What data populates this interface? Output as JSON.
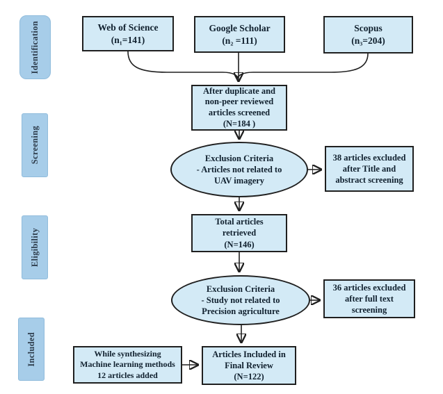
{
  "figure": {
    "kind": "prisma-style-literature-review-flow-diagram"
  },
  "colors": {
    "node_fill": "#d3eaf6",
    "node_border": "#1f1f1f",
    "stage_fill": "#a7cde9",
    "text": "#10202e",
    "connector": "#1f1f1f",
    "background": "#ffffff"
  },
  "stages": [
    {
      "label": "Identification"
    },
    {
      "label": "Screening"
    },
    {
      "label": "Eligibility"
    },
    {
      "label": "Included"
    }
  ],
  "nodes": {
    "web_of_science": {
      "text": "Web of Science\n(n₁=141)"
    },
    "google_scholar": {
      "text": "Google Scholar\n(n₂ =111)"
    },
    "scopus": {
      "text": "Scopus\n(n₃=204)"
    },
    "duplicates_screened": {
      "text": "After duplicate and\nnon-peer reviewed\narticles screened\n(N=184 )"
    },
    "exclusion_criteria_1": {
      "text": "Exclusion Criteria\n- Articles not related to\nUAV imagery"
    },
    "excluded_38": {
      "text": "38 articles excluded\nafter Title and\nabstract screening"
    },
    "total_retrieved": {
      "text": "Total articles\nretrieved\n(N=146)"
    },
    "exclusion_criteria_2": {
      "text": "Exclusion Criteria\n- Study not related to\nPrecision agriculture"
    },
    "excluded_36": {
      "text": "36 articles excluded\nafter full text\nscreening"
    },
    "synthesizing_added": {
      "text": "While synthesizing\nMachine learning methods\n12 articles added"
    },
    "final_review": {
      "text": "Articles Included in\nFinal Review\n(N=122)"
    }
  }
}
